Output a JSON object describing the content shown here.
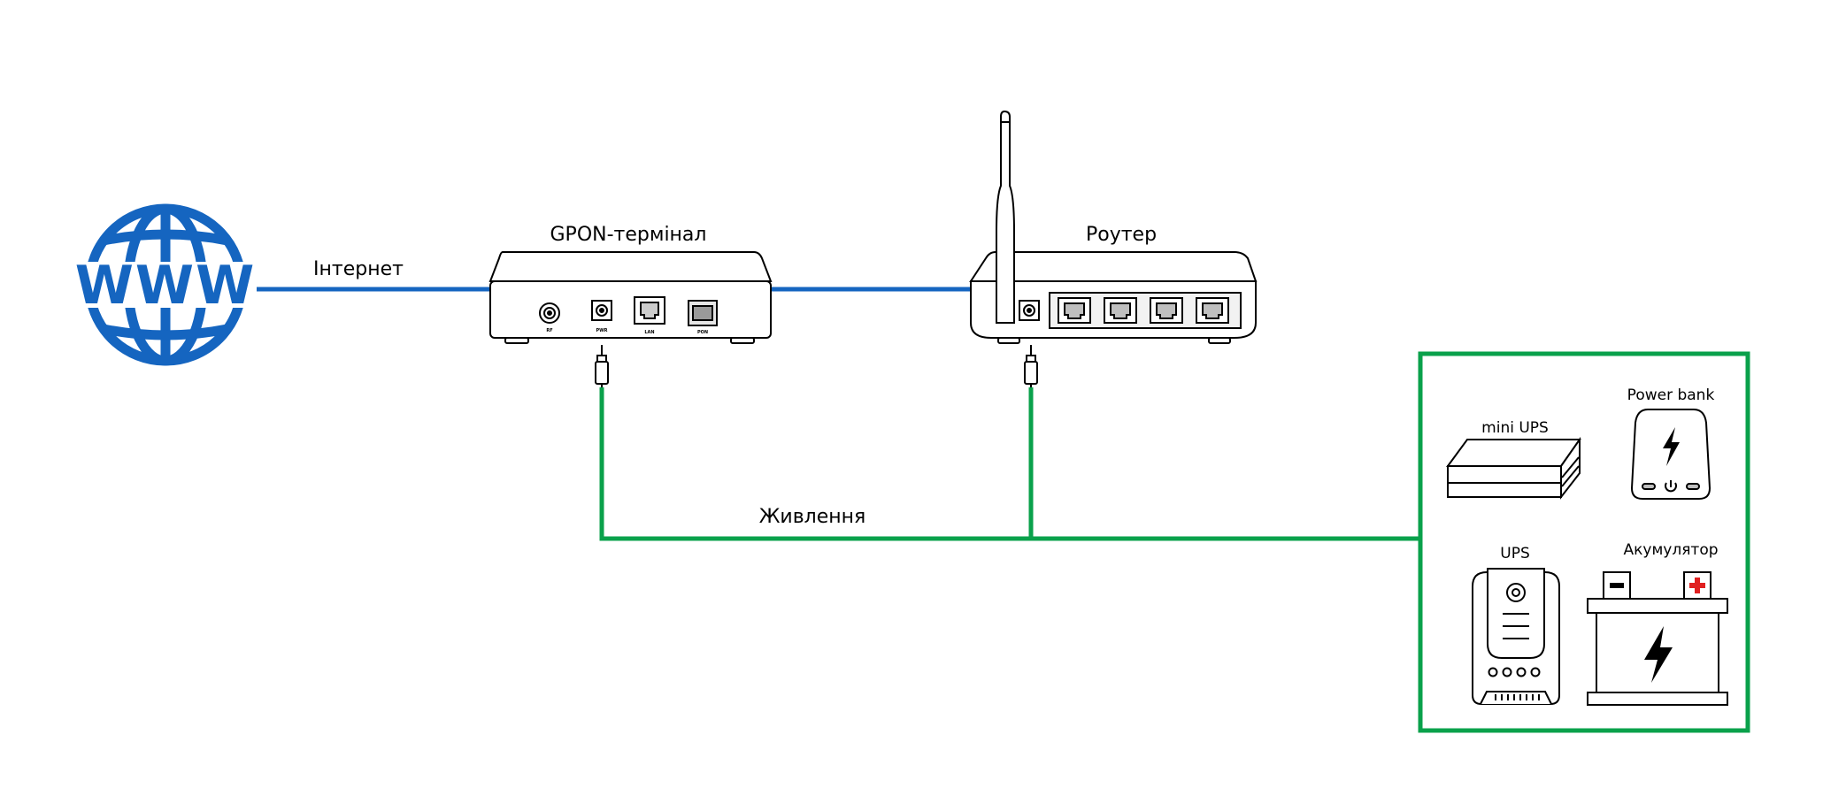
{
  "labels": {
    "internet": "Інтернет",
    "gpon": "GPON-термінал",
    "router": "Роутер",
    "power": "Живлення",
    "mini_ups": "mini UPS",
    "power_bank": "Power bank",
    "ups": "UPS",
    "battery": "Акумулятор"
  },
  "gpon_ports": {
    "rf": "RF",
    "pwr": "PWR",
    "lan": "LAN",
    "pon": "PON"
  },
  "colors": {
    "internet_line": "#1565c0",
    "power_line": "#0aa14b",
    "globe": "#1565c0",
    "battery_plus": "#e02020"
  },
  "icons": [
    "globe-www-icon",
    "gpon-terminal-icon",
    "router-icon",
    "mini-ups-icon",
    "power-bank-icon",
    "ups-icon",
    "battery-icon"
  ]
}
